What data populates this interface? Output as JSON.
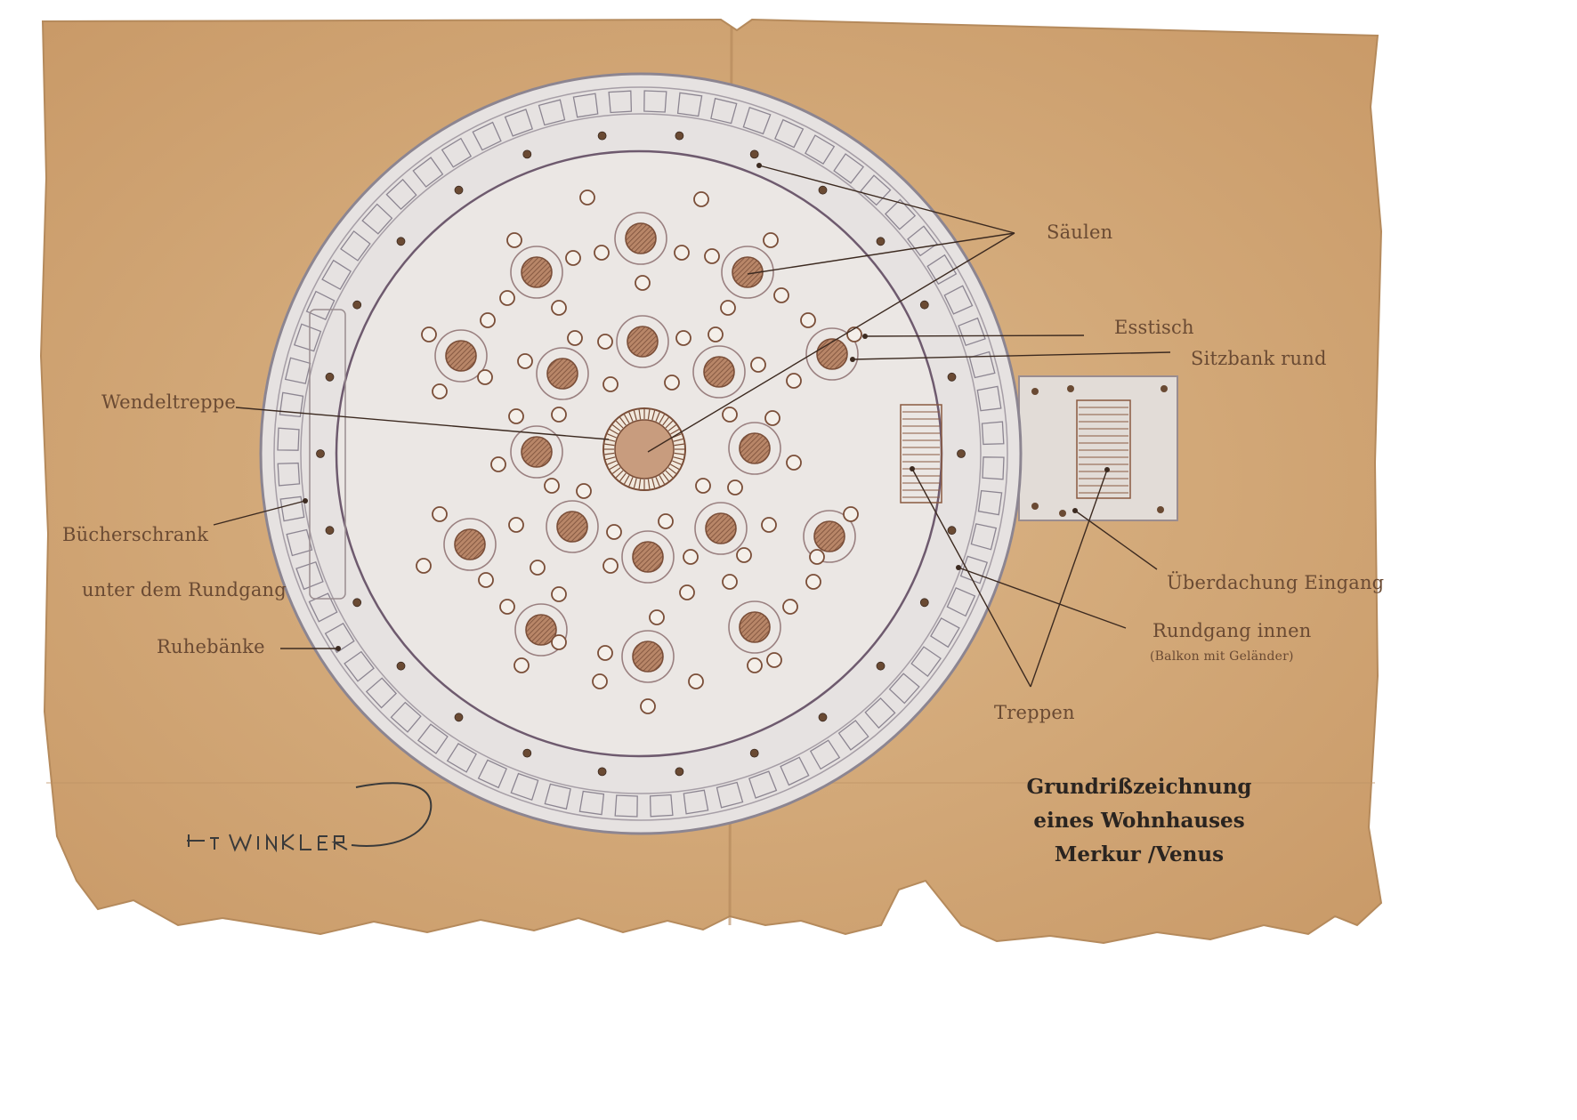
{
  "labels": {
    "saeulen": "Säulen",
    "esstisch": "Esstisch",
    "sitzbank": "Sitzbank rund",
    "wendeltreppe": "Wendeltreppe",
    "buecherschrank": "Bücherschrank",
    "unter_rundgang": "unter dem Rundgang",
    "ruhebaenke": "Ruhebänke",
    "ueberdachung": "Überdachung Eingang",
    "rundgang_innen": "Rundgang innen",
    "balkon": "(Balkon mit Geländer)",
    "treppen": "Treppen"
  },
  "title": {
    "line1": "Grundrißzeichnung",
    "line2": "eines Wohnhauses",
    "line3": "Merkur /Venus"
  },
  "signature": "E.T. WINKLER",
  "colors": {
    "paper": "#d2a878",
    "plan_fill": "#e7e3e1",
    "ink": "#6a4a33",
    "leader": "#3c2a20",
    "hatch": "#8a5a40"
  }
}
